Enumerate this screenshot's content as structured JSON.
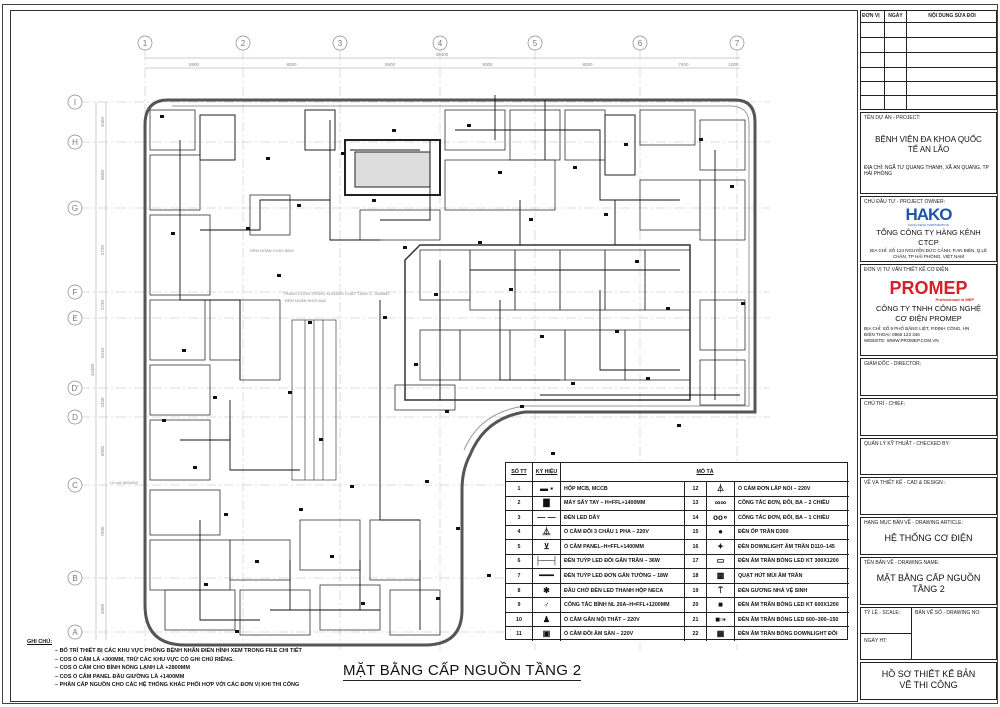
{
  "plan": {
    "grid_columns": [
      "1",
      "2",
      "3",
      "4",
      "5",
      "6",
      "7"
    ],
    "grid_rows": [
      "I",
      "H",
      "G",
      "F",
      "E",
      "D'",
      "D",
      "C",
      "B",
      "A"
    ],
    "overall_width_dim": "49400",
    "column_dims": [
      "8500",
      "8000",
      "8500",
      "8000",
      "8000",
      "7400",
      "1000"
    ],
    "overall_height_dim": "43460",
    "row_dims": [
      "3450",
      "5600",
      "5720",
      "2730",
      "5510",
      "2450",
      "6000",
      "7500",
      "4500"
    ],
    "labels": {
      "fire_curtain_1": "RÈM NGĂN CHÁY 8000",
      "escalator": "THANG CUỐN TRONG KHOANG CHÁY TẦNG 2 - 0068M2",
      "smoke_curtain": "RÈM NGĂN KHÓI 8A8",
      "shaft": "Lỗ mở 800x500"
    }
  },
  "notes": {
    "title": "GHI CHÚ:",
    "items": [
      "– BỐ TRÍ THIẾT BỊ CÁC KHU VỰC PHÒNG BỆNH NHÂN ĐIỂN HÌNH XEM TRONG FILE CHI TIẾT",
      "– COS Ổ CẮM LÀ +300MM, TRỪ CÁC KHU VỰC CÓ GHI CHÚ RIÊNG.",
      "– COS Ổ CẮM CHO BÌNH NÓNG LẠNH LÀ +2800MM",
      "– COS Ổ CẮM PANEL ĐẦU GIƯỜNG LÀ +1400MM",
      "– PHẦN CẤP NGUỒN CHO CÁC HỆ THỐNG KHÁC PHỐI HỢP VỚI CÁC ĐƠN VỊ KHI THI CÔNG"
    ]
  },
  "plan_title": "MẶT BẰNG CẤP NGUỒN TẦNG 2",
  "legend": {
    "headers": {
      "no": "SỐ TT",
      "symbol": "KÝ HIỆU",
      "desc": "MÔ TẢ"
    },
    "left": [
      {
        "no": "1",
        "icon": "mcb-box-icon",
        "desc": "HỘP MCB, MCCB"
      },
      {
        "no": "2",
        "icon": "hand-dryer-icon",
        "desc": "MÁY SẤY TAY – H=FFL+1400MM"
      },
      {
        "no": "3",
        "icon": "led-strip-icon",
        "desc": "ĐÈN LED DÂY"
      },
      {
        "no": "4",
        "icon": "double-socket-icon",
        "desc": "Ổ CẮM ĐÔI 3 CHẤU 1 PHA – 220V"
      },
      {
        "no": "5",
        "icon": "panel-socket-icon",
        "desc": "Ổ CẮM PANEL–H=FFL+1400MM"
      },
      {
        "no": "6",
        "icon": "double-tube-icon",
        "desc": "ĐÈN TUÝP LED ĐÔI GẮN TRẦN – 36W"
      },
      {
        "no": "7",
        "icon": "single-tube-icon",
        "desc": "ĐÈN TUÝP LED ĐƠN GẮN TƯỜNG – 18W"
      },
      {
        "no": "8",
        "icon": "led-junction-icon",
        "desc": "ĐẦU CHỜ ĐÈN LED THANH HỘP NECA"
      },
      {
        "no": "9",
        "icon": "heater-switch-icon",
        "desc": "CÔNG TẮC BÌNH NL 20A–H=FFL+1200MM"
      },
      {
        "no": "10",
        "icon": "furniture-socket-icon",
        "desc": "Ổ CẮM GẮN NỘI THẤT – 220V"
      },
      {
        "no": "11",
        "icon": "floor-socket-icon",
        "desc": "Ổ CẮM ĐÔI ÂM SÀN – 220V"
      }
    ],
    "right": [
      {
        "no": "12",
        "icon": "surface-socket-icon",
        "desc": "Ổ CẮM ĐƠN LẮP NỔI – 220V"
      },
      {
        "no": "13",
        "icon": "switch-2way-icon",
        "desc": "CÔNG TẮC ĐƠN, ĐÔI, BA – 2 CHIỀU"
      },
      {
        "no": "14",
        "icon": "switch-1way-icon",
        "desc": "CÔNG TẮC ĐƠN, ĐÔI, BA – 1 CHIỀU"
      },
      {
        "no": "15",
        "icon": "ceiling-light-icon",
        "desc": "ĐÈN ỐP TRẦN D300"
      },
      {
        "no": "16",
        "icon": "downlight-icon",
        "desc": "ĐÈN DOWNLIGHT ÂM TRẦN D110–145"
      },
      {
        "no": "17",
        "icon": "panel-300-icon",
        "desc": "ĐÈN ÂM TRẦN BÓNG LED KT 300X1200"
      },
      {
        "no": "18",
        "icon": "exhaust-fan-icon",
        "desc": "QUẠT HÚT MÙI ÂM TRẦN"
      },
      {
        "no": "19",
        "icon": "mirror-light-icon",
        "desc": "ĐÈN GƯƠNG NHÀ VỆ SINH"
      },
      {
        "no": "20",
        "icon": "panel-600-icon",
        "desc": "ĐÈN ÂM TRẦN BÓNG LED KT 600X1200"
      },
      {
        "no": "21",
        "icon": "panel-set-icon",
        "desc": "ĐÈN ÂM TRẦN BÓNG LED 600–300–150"
      },
      {
        "no": "22",
        "icon": "double-downlight-icon",
        "desc": "ĐÈN ÂM TRẦN BÓNG DOWNLIGHT ĐÔI"
      }
    ]
  },
  "title_block": {
    "revision_headers": [
      "ĐƠN VỊ",
      "NGÀY",
      "NỘI DUNG SỬA ĐỔI"
    ],
    "project_label": "TÊN DỰ ÁN - PROJECT:",
    "project_name": "BỆNH VIỆN ĐA KHOA QUỐC TẾ AN LÃO",
    "project_address": "ĐỊA CHỈ: NGÃ TƯ QUANG THANH, XÃ AN QUANG, TP HẢI PHÒNG",
    "owner_label": "CHỦ ĐẦU TƯ - PROJECT OWNER:",
    "owner_logo": "HAKO",
    "owner_logo_sub": "HANG KENH CORPORATION",
    "owner_name": "TỔNG CÔNG TY HÀNG KÊNH CTCP",
    "owner_address": "ĐỊA CHỈ: SỐ 124 NGUYỄN ĐỨC CẢNH, P.AN BIÊN, Q.LÊ CHÂN, TP HẢI PHÒNG, VIỆT NAM",
    "consultant_label": "ĐƠN VỊ TƯ VẤN THIẾT KẾ CƠ ĐIỆN:",
    "consultant_logo": "PROMEP",
    "consultant_logo_sub": "Professional in MEP",
    "consultant_name": "CÔNG TY TNHH CÔNG NGHỆ CƠ ĐIỆN PROMEP",
    "consultant_address": "ĐỊA CHỈ: SỐ 9 PHỐ BẰNG LIỆT, P.ĐỊNH CÔNG, HN",
    "consultant_phone": "ĐIỆN THOẠI: 0966 123 346",
    "consultant_web": "WEBSITE: WWW.PROMEP.COM.VN",
    "director_label": "GIÁM ĐỐC - DIRECTOR:",
    "chief_label": "CHỦ TRÌ - CHIEF:",
    "checked_label": "QUẢN LÝ KỸ THUẬT - CHECKED BY:",
    "cad_label": "VẼ VÀ THIẾT KẾ - CAD & DESIGN :",
    "article_label": "HẠNG MỤC BẢN VẼ - DRAWING ARTICLE:",
    "article_value": "HỆ THỐNG CƠ ĐIỆN",
    "drawing_name_label": "TÊN BẢN VẼ - DRAWING NAME:",
    "drawing_name_value": "MẶT BẰNG CẤP NGUỒN TẦNG 2",
    "scale_label": "TỶ LỆ - SCALE:",
    "drawing_no_label": "BẢN VẼ SỐ - DRAWING NO:",
    "date_label": "NGÀY HT:",
    "footer": "HỒ SƠ THIẾT KẾ BẢN VẼ THI CÔNG"
  },
  "colors": {
    "line": "#222222",
    "grid": "#999999",
    "wall": "#555555",
    "hako_blue": "#1f56a8",
    "promep_red": "#d62027"
  }
}
